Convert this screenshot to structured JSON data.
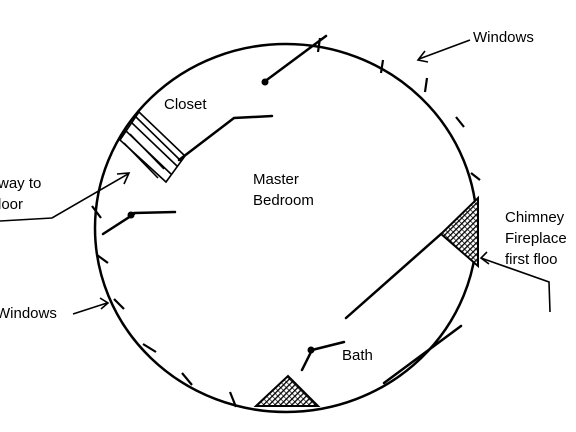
{
  "labels": {
    "closet": "Closet",
    "master_bedroom_line1": "Master",
    "master_bedroom_line2": "Bedroom",
    "bath": "Bath",
    "windows_top": "Windows",
    "windows_left": "Windows",
    "stairway_line1": "way to",
    "stairway_line2": "loor",
    "chimney_line1": "Chimney",
    "chimney_line2": "Fireplace",
    "chimney_line3": "first floo"
  },
  "colors": {
    "ink": "#000000",
    "background": "#ffffff"
  }
}
